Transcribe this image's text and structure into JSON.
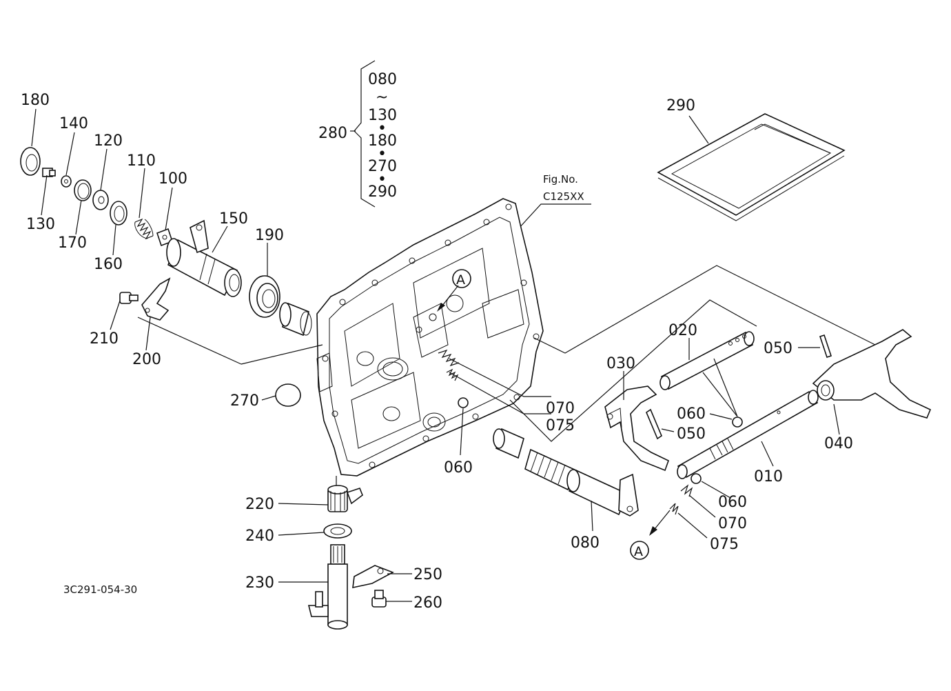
{
  "diagram": {
    "figure_ref_label": "Fig.No.",
    "figure_ref_code": "C125XX",
    "drawing_code": "3C291-054-30",
    "group_280": {
      "label": "280",
      "items": [
        "080",
        "~",
        "130",
        "•",
        "180",
        "•",
        "270",
        "•",
        "290"
      ]
    },
    "callout_a": "A",
    "parts": [
      {
        "id": "p180",
        "label": "180"
      },
      {
        "id": "p140",
        "label": "140"
      },
      {
        "id": "p120",
        "label": "120"
      },
      {
        "id": "p110",
        "label": "110"
      },
      {
        "id": "p100",
        "label": "100"
      },
      {
        "id": "p130",
        "label": "130"
      },
      {
        "id": "p170",
        "label": "170"
      },
      {
        "id": "p160",
        "label": "160"
      },
      {
        "id": "p150",
        "label": "150"
      },
      {
        "id": "p190",
        "label": "190"
      },
      {
        "id": "p210",
        "label": "210"
      },
      {
        "id": "p200",
        "label": "200"
      },
      {
        "id": "p270",
        "label": "270"
      },
      {
        "id": "p290",
        "label": "290"
      },
      {
        "id": "p020",
        "label": "020"
      },
      {
        "id": "p030",
        "label": "030"
      },
      {
        "id": "p050a",
        "label": "050"
      },
      {
        "id": "p070a",
        "label": "070"
      },
      {
        "id": "p075a",
        "label": "075"
      },
      {
        "id": "p060a",
        "label": "060"
      },
      {
        "id": "p050b",
        "label": "050"
      },
      {
        "id": "p060b",
        "label": "060"
      },
      {
        "id": "p040",
        "label": "040"
      },
      {
        "id": "p010",
        "label": "010"
      },
      {
        "id": "p060c",
        "label": "060"
      },
      {
        "id": "p070b",
        "label": "070"
      },
      {
        "id": "p075b",
        "label": "075"
      },
      {
        "id": "p080",
        "label": "080"
      },
      {
        "id": "p220",
        "label": "220"
      },
      {
        "id": "p240",
        "label": "240"
      },
      {
        "id": "p230",
        "label": "230"
      },
      {
        "id": "p250",
        "label": "250"
      },
      {
        "id": "p260",
        "label": "260"
      }
    ]
  }
}
